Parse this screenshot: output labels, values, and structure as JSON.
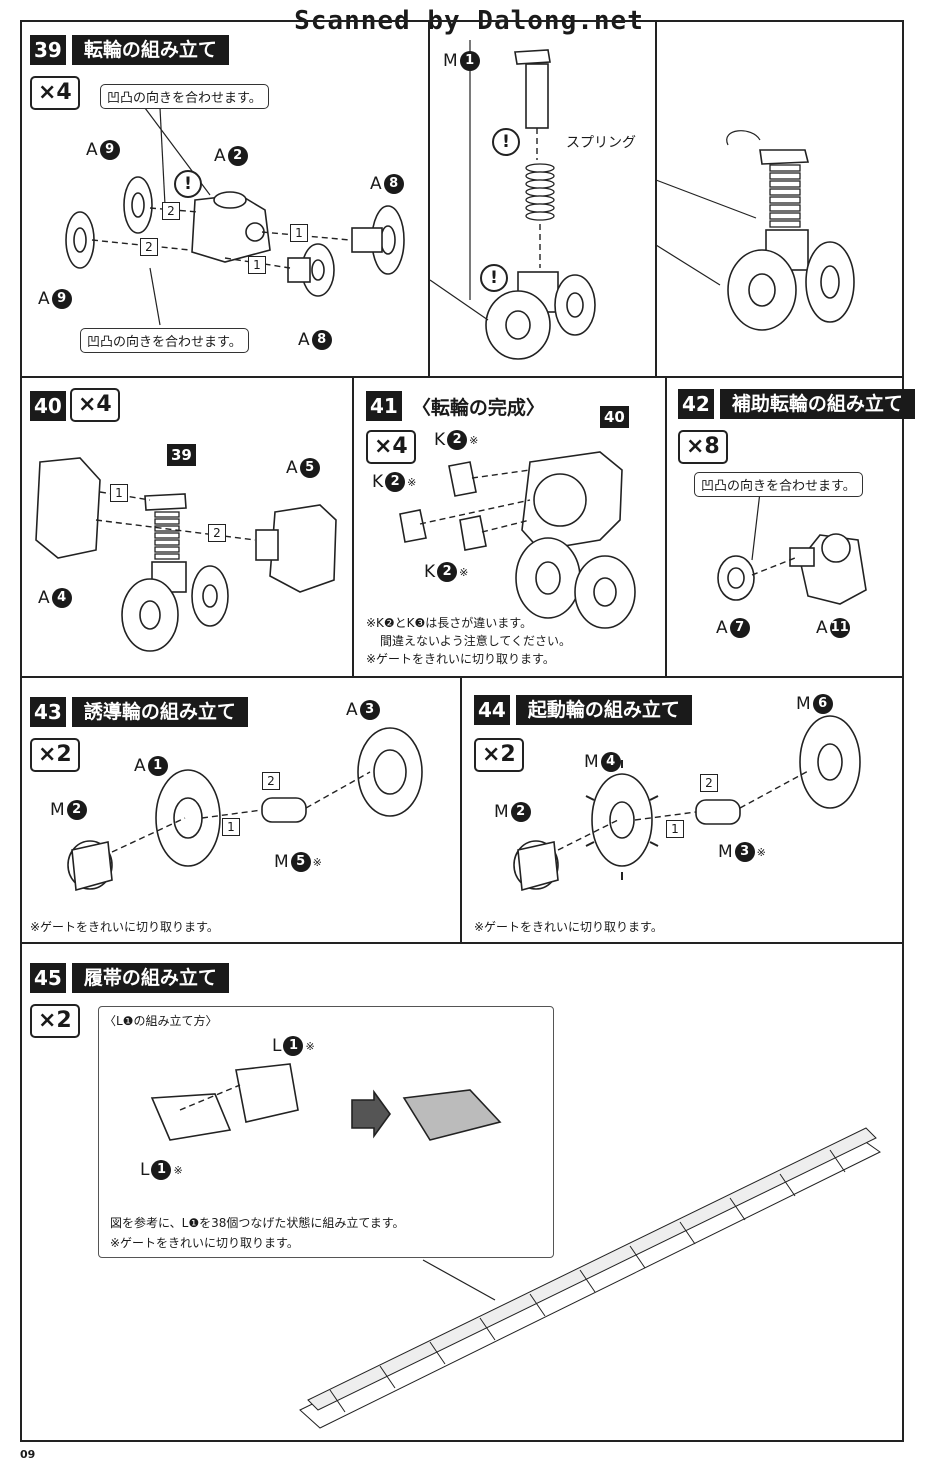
{
  "watermark": "Scanned by Dalong.net",
  "page_number": "09",
  "steps": {
    "s39": {
      "num": "39",
      "title": "転輪の組み立て",
      "multiplier": "×4",
      "callout_top": "凹凸の向きを合わせます。",
      "callout_bottom": "凹凸の向きを合わせます。",
      "spring_label": "スプリング"
    },
    "s40": {
      "num": "40",
      "multiplier": "×4",
      "ref": "39"
    },
    "s41": {
      "num": "41",
      "title": "〈転輪の完成〉",
      "multiplier": "×4",
      "ref": "40",
      "note1": "※K❷とK❸は長さが違います。",
      "note2": "間違えないよう注意してください。",
      "note3": "※ゲートをきれいに切り取ります。"
    },
    "s42": {
      "num": "42",
      "title": "補助転輪の組み立て",
      "multiplier": "×8",
      "callout": "凹凸の向きを合わせます。"
    },
    "s43": {
      "num": "43",
      "title": "誘導輪の組み立て",
      "multiplier": "×2",
      "note": "※ゲートをきれいに切り取ります。"
    },
    "s44": {
      "num": "44",
      "title": "起動輪の組み立て",
      "multiplier": "×2",
      "note": "※ゲートをきれいに切り取ります。"
    },
    "s45": {
      "num": "45",
      "title": "履帯の組み立て",
      "multiplier": "×2",
      "inset_title": "〈L❶の組み立て方〉",
      "note1": "図を参考に、L❶を38個つなげた状態に組み立てます。",
      "note2": "※ゲートをきれいに切り取ります。"
    }
  },
  "parts": {
    "a9": {
      "letter": "A",
      "n": "9"
    },
    "a2": {
      "letter": "A",
      "n": "2"
    },
    "a8": {
      "letter": "A",
      "n": "8"
    },
    "m1": {
      "letter": "M",
      "n": "1"
    },
    "a5": {
      "letter": "A",
      "n": "5"
    },
    "a4": {
      "letter": "A",
      "n": "4"
    },
    "k2": {
      "letter": "K",
      "n": "2"
    },
    "a7": {
      "letter": "A",
      "n": "7"
    },
    "a11": {
      "letter": "A",
      "n": "11"
    },
    "a1": {
      "letter": "A",
      "n": "1"
    },
    "a3": {
      "letter": "A",
      "n": "3"
    },
    "m2": {
      "letter": "M",
      "n": "2"
    },
    "m5": {
      "letter": "M",
      "n": "5"
    },
    "m4": {
      "letter": "M",
      "n": "4"
    },
    "m6": {
      "letter": "M",
      "n": "6"
    },
    "m3": {
      "letter": "M",
      "n": "3"
    },
    "l1": {
      "letter": "L",
      "n": "1"
    }
  },
  "step_numbers": {
    "one": "1",
    "two": "2"
  },
  "warning_mark": "!",
  "asterisk": "※"
}
